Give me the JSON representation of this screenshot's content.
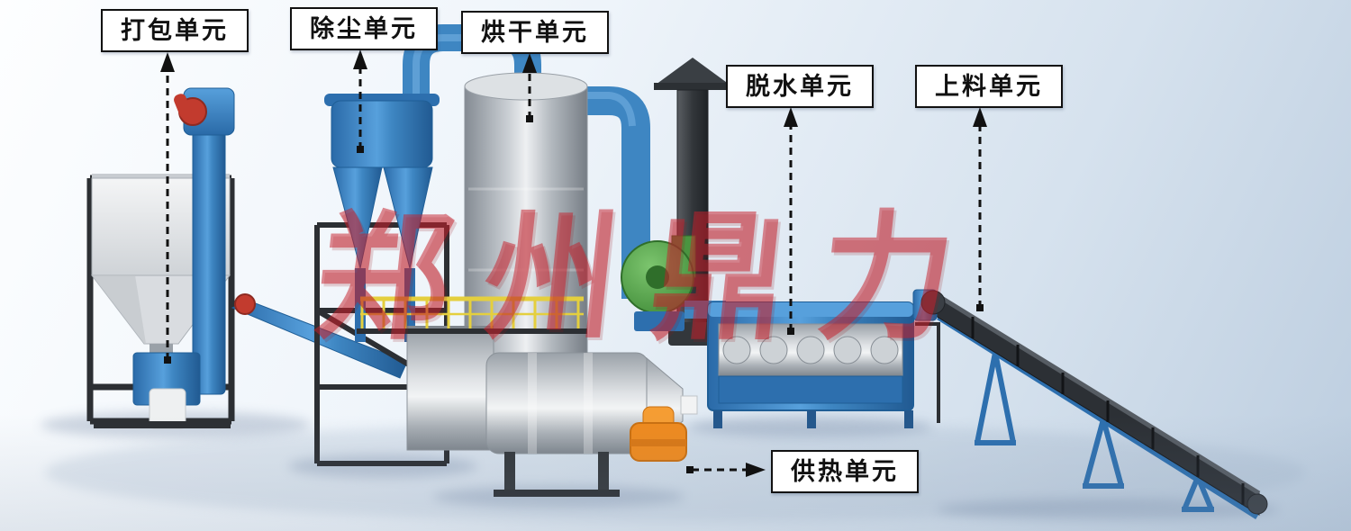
{
  "labels": {
    "packing": {
      "text": "打包单元"
    },
    "dust": {
      "text": "除尘单元"
    },
    "drying": {
      "text": "烘干单元"
    },
    "dewatering": {
      "text": "脱水单元"
    },
    "feeding": {
      "text": "上料单元"
    },
    "heating": {
      "text": "供热单元"
    }
  },
  "watermark": {
    "text": "郑州鼎力",
    "color": "#c6202d"
  },
  "colors": {
    "machine_blue": "#3e86c2",
    "machine_blue_dark": "#1f5e96",
    "steel_gray": "#c6cbd0",
    "frame_black": "#2c2f33",
    "fan_green": "#55a34b",
    "burner_orange": "#ef8a1e",
    "motor_red": "#c23b2e",
    "railing_yellow": "#e4cf3e",
    "label_border": "#111111",
    "label_background": "#ffffff",
    "background_top": "#fdfeff",
    "background_bottom": "#bccddf"
  }
}
